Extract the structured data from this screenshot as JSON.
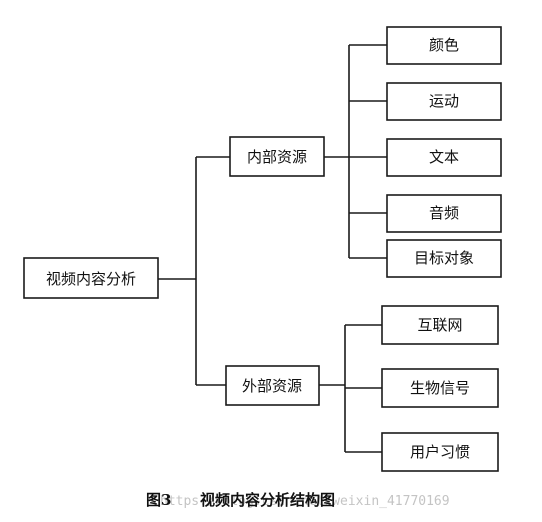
{
  "root": {
    "label": "视频内容分析"
  },
  "branches": [
    {
      "label": "内部资源",
      "children": [
        "颜色",
        "运动",
        "文本",
        "音频",
        "目标对象"
      ]
    },
    {
      "label": "外部资源",
      "children": [
        "互联网",
        "生物信号",
        "用户习惯"
      ]
    }
  ],
  "caption": {
    "figure_number": "图3",
    "title": "视频内容分析结构图"
  },
  "watermark": "https://blog.csdn.net/weixin_41770169"
}
